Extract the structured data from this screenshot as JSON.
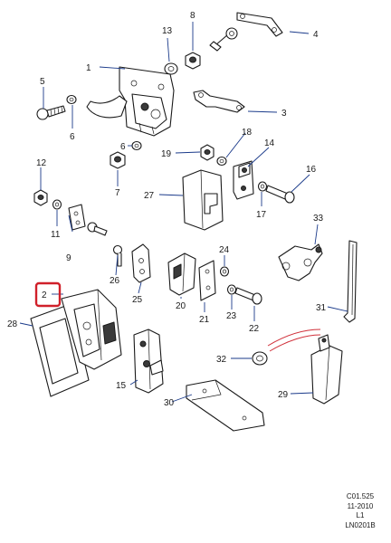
{
  "callouts": [
    {
      "id": "c1",
      "text": "1"
    },
    {
      "id": "c2",
      "text": "2"
    },
    {
      "id": "c3",
      "text": "3"
    },
    {
      "id": "c4",
      "text": "4"
    },
    {
      "id": "c5",
      "text": "5"
    },
    {
      "id": "c6a",
      "text": "6"
    },
    {
      "id": "c6b",
      "text": "6"
    },
    {
      "id": "c7",
      "text": "7"
    },
    {
      "id": "c8",
      "text": "8"
    },
    {
      "id": "c9",
      "text": "9"
    },
    {
      "id": "c11",
      "text": "11"
    },
    {
      "id": "c12",
      "text": "12"
    },
    {
      "id": "c13",
      "text": "13"
    },
    {
      "id": "c14",
      "text": "14"
    },
    {
      "id": "c15",
      "text": "15"
    },
    {
      "id": "c16",
      "text": "16"
    },
    {
      "id": "c17",
      "text": "17"
    },
    {
      "id": "c18",
      "text": "18"
    },
    {
      "id": "c19",
      "text": "19"
    },
    {
      "id": "c20",
      "text": "20"
    },
    {
      "id": "c21",
      "text": "21"
    },
    {
      "id": "c22",
      "text": "22"
    },
    {
      "id": "c23",
      "text": "23"
    },
    {
      "id": "c24",
      "text": "24"
    },
    {
      "id": "c25",
      "text": "25"
    },
    {
      "id": "c26",
      "text": "26"
    },
    {
      "id": "c27",
      "text": "27"
    },
    {
      "id": "c28",
      "text": "28"
    },
    {
      "id": "c29",
      "text": "29"
    },
    {
      "id": "c30",
      "text": "30"
    },
    {
      "id": "c31",
      "text": "31"
    },
    {
      "id": "c32",
      "text": "32"
    },
    {
      "id": "c33",
      "text": "33"
    }
  ],
  "highlighted_callout": "2",
  "highlight_color": "#d0202a",
  "leader_color": "#1a3a8a",
  "reference_block": {
    "code": "C01.525",
    "date": "11-2010",
    "sheet": "L1",
    "drawing_no": "LN0201B"
  }
}
